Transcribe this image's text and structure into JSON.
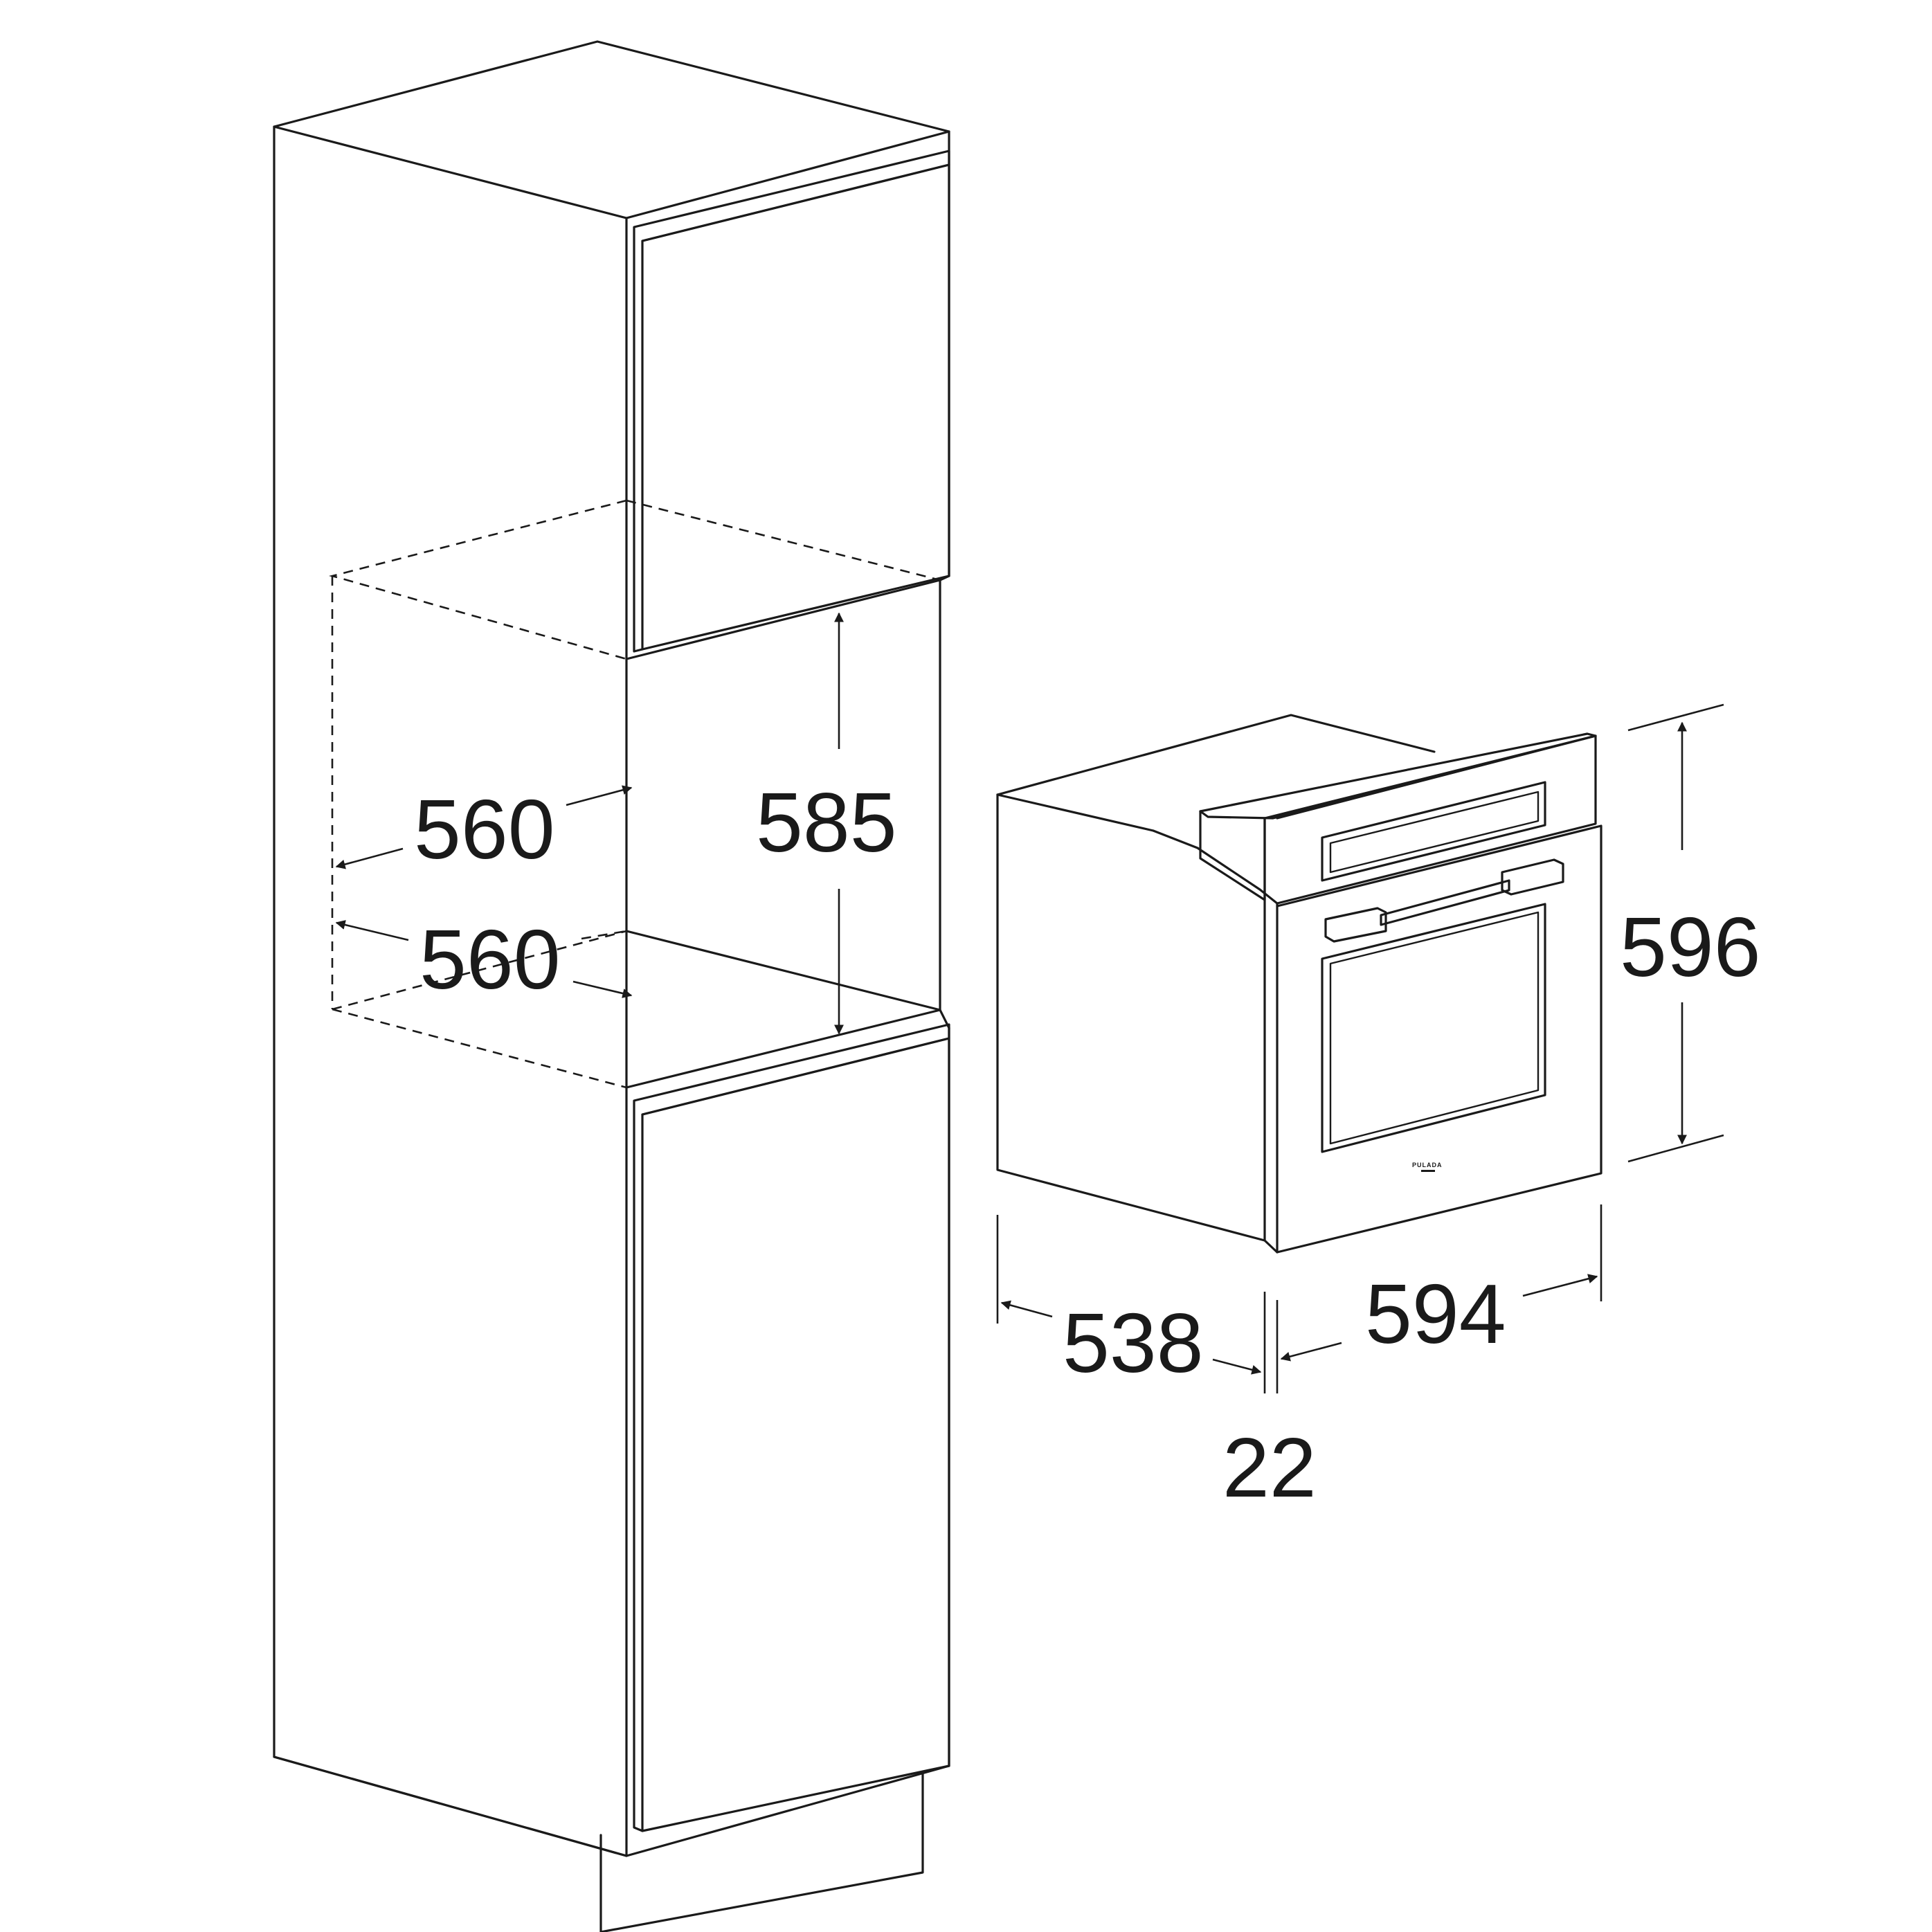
{
  "diagram": {
    "dimensions": {
      "niche_width_top": "560",
      "niche_width_bottom": "560",
      "niche_height": "585",
      "oven_height": "596",
      "oven_depth": "538",
      "oven_width": "594",
      "front_thickness": "22"
    },
    "oven_badge": "PULADA"
  }
}
